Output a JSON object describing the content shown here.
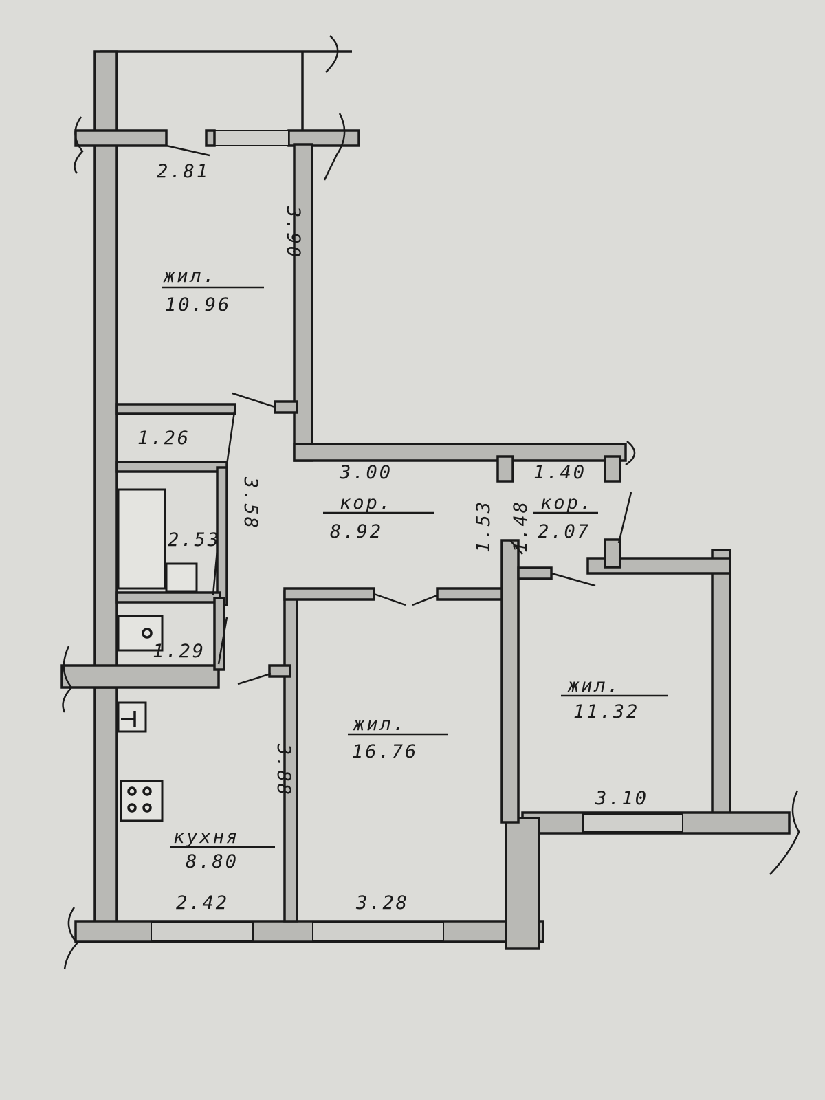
{
  "rooms": {
    "bedroom_top": {
      "name": "жил.",
      "area": "10.96",
      "width": "2.81",
      "depth": "3.90"
    },
    "storage": {
      "area": "1.26"
    },
    "bathroom": {
      "area": "2.53",
      "depth": "3.58"
    },
    "toilet": {
      "area": "1.29"
    },
    "corridor_main": {
      "name": "кор.",
      "area": "8.92",
      "width": "3.00"
    },
    "corridor_small": {
      "name": "кор.",
      "area": "2.07",
      "width": "1.40",
      "depth": "1.53",
      "depth2": "1.48"
    },
    "living": {
      "name": "жил.",
      "area": "16.76",
      "width": "3.28"
    },
    "bedroom_right": {
      "name": "жил.",
      "area": "11.32",
      "width": "3.10"
    },
    "kitchen": {
      "name": "кухня",
      "area": "8.80",
      "width": "2.42",
      "depth": "3.88"
    }
  },
  "colors": {
    "paper": "#dcdcd8",
    "wall": "#b9b9b5",
    "ink": "#1a1a1a"
  }
}
